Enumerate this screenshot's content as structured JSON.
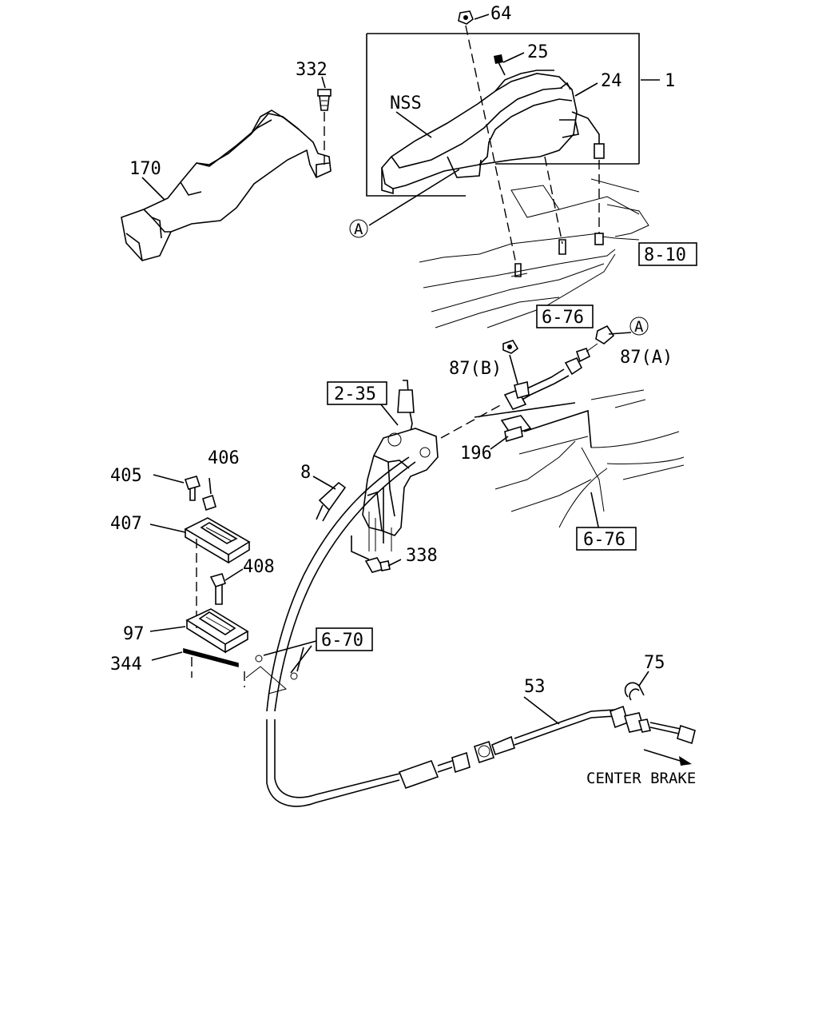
{
  "callouts": {
    "p64": "64",
    "p25": "25",
    "p24": "24",
    "p1": "1",
    "p332": "332",
    "nss": "NSS",
    "p170": "170",
    "circA_top": "A",
    "p8_10": "8-10",
    "p6_76_top": "6-76",
    "circA_right": "A",
    "p87a": "87(A)",
    "p87b": "87(B)",
    "p2_35": "2-35",
    "p196": "196",
    "p8": "8",
    "p405": "405",
    "p406": "406",
    "p407": "407",
    "p408": "408",
    "p338": "338",
    "p6_76_mid": "6-76",
    "p97": "97",
    "p344": "344",
    "p6_70": "6-70",
    "p75": "75",
    "p53": "53",
    "center_brake": "CENTER BRAKE"
  }
}
